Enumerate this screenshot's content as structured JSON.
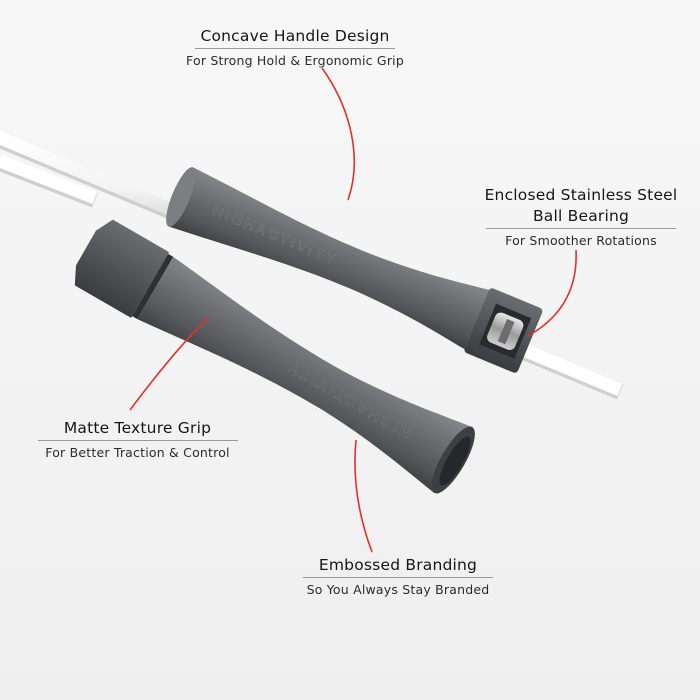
{
  "colors": {
    "background": "#f4f4f4",
    "handle": "#6b6d70",
    "rope": "#ffffff",
    "leader_line": "#e0312b"
  },
  "product": {
    "branding": "HIGHACTIVITY"
  },
  "callouts": {
    "concave": {
      "title": "Concave Handle Design",
      "subtitle": "For Strong Hold & Ergonomic Grip"
    },
    "bearing": {
      "title_line1": "Enclosed Stainless Steel",
      "title_line2": "Ball Bearing",
      "subtitle": "For Smoother Rotations"
    },
    "matte": {
      "title": "Matte Texture Grip",
      "subtitle": "For Better Traction & Control"
    },
    "branding": {
      "title": "Embossed Branding",
      "subtitle": "So You Always Stay Branded"
    }
  }
}
